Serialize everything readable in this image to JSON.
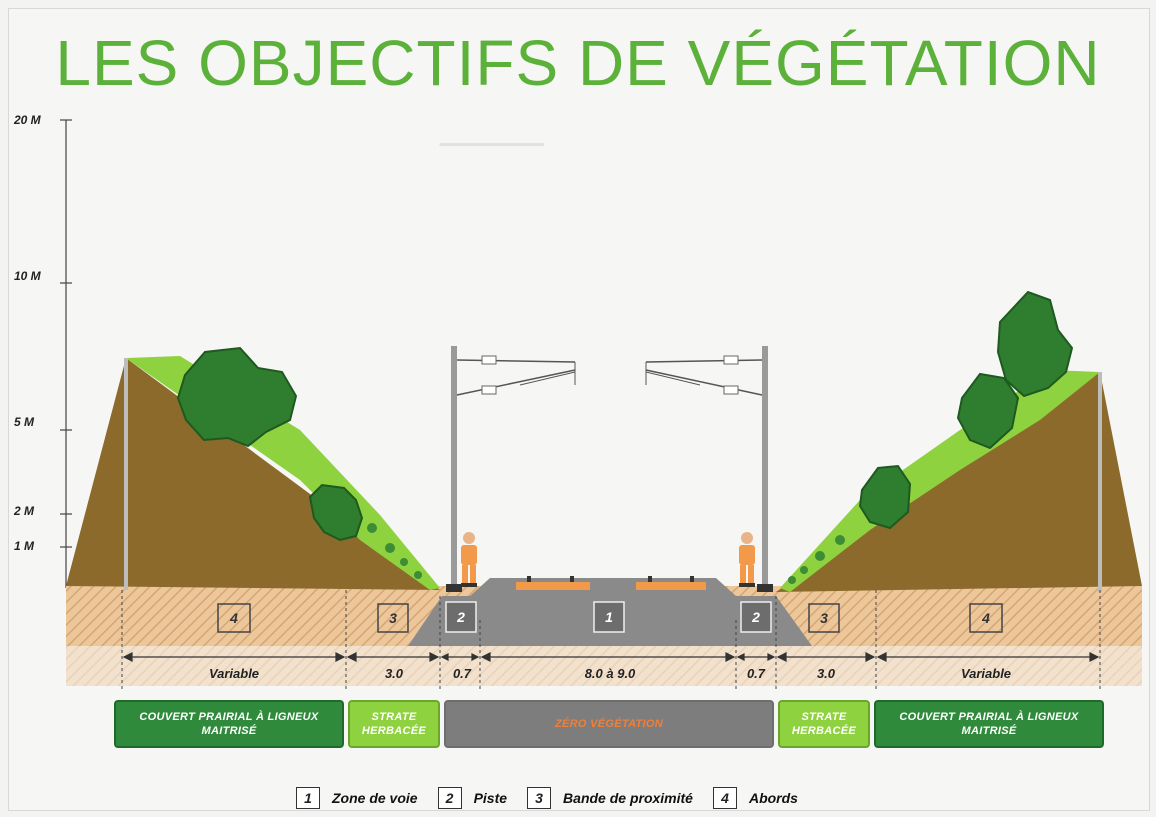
{
  "title": "LES OBJECTIFS DE VÉGÉTATION",
  "scale": [
    "20 M",
    "10 M",
    "5 M",
    "2 M",
    "1 M"
  ],
  "zones": {
    "left_abords": "4",
    "left_proximite": "3",
    "left_piste": "2",
    "voie": "1",
    "right_piste": "2",
    "right_proximite": "3",
    "right_abords": "4"
  },
  "dimensions": {
    "left_variable": "Variable",
    "left_bande": "3.0",
    "left_piste": "0.7",
    "voie": "8.0 à 9.0",
    "right_piste": "0.7",
    "right_bande": "3.0",
    "right_variable": "Variable"
  },
  "vegetation_boxes": {
    "left_couvert": "COUVERT PRAIRIAL À LIGNEUX MAITRISÉ",
    "left_strate": "STRATE HERBACÉE",
    "zero": "ZÉRO VÉGÉTATION",
    "right_strate": "STRATE HERBACÉE",
    "right_couvert": "COUVERT PRAIRIAL À LIGNEUX MAITRISÉ"
  },
  "legend": [
    {
      "num": "1",
      "label": "Zone de voie"
    },
    {
      "num": "2",
      "label": "Piste"
    },
    {
      "num": "3",
      "label": "Bande de proximité"
    },
    {
      "num": "4",
      "label": "Abords"
    }
  ],
  "colors": {
    "title": "#5bb13a",
    "soil": "#8b6a2b",
    "grass": "#8fd23f",
    "tree": "#3d8c36",
    "ground": "#e8c79b",
    "ballast": "#8a8a8a",
    "rail_pad": "#f39a4a"
  }
}
